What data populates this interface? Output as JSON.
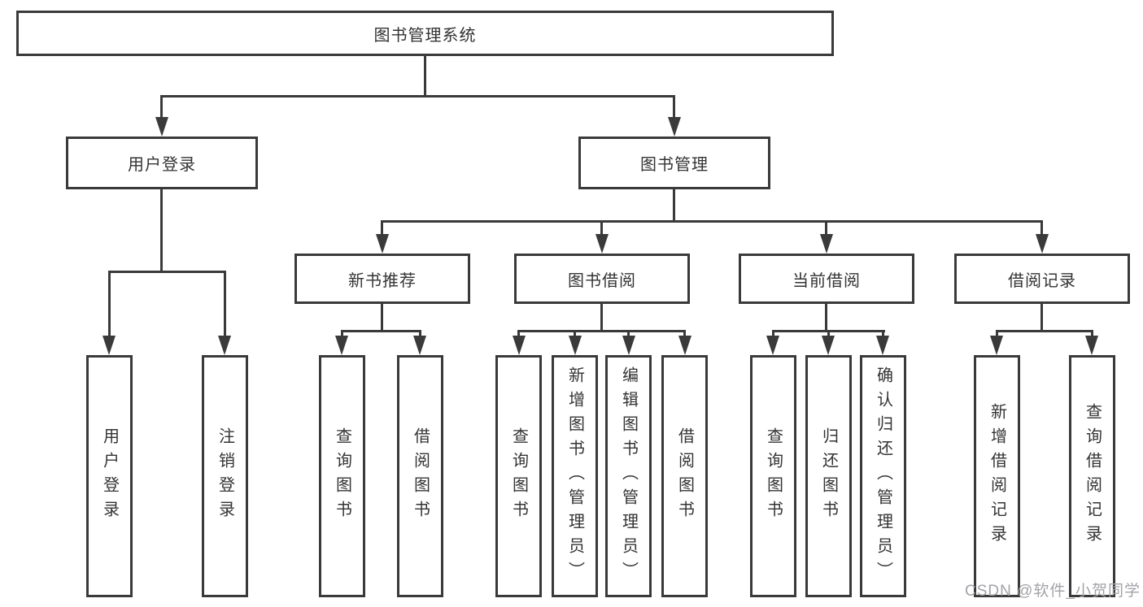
{
  "root": {
    "label": "图书管理系统"
  },
  "level2": [
    {
      "label": "用户登录"
    },
    {
      "label": "图书管理"
    }
  ],
  "level3": [
    {
      "label": "新书推荐"
    },
    {
      "label": "图书借阅"
    },
    {
      "label": "当前借阅"
    },
    {
      "label": "借阅记录"
    }
  ],
  "leaves": {
    "user_login": [
      "用户登录",
      "注销登录"
    ],
    "new_book": [
      "查询图书",
      "借阅图书"
    ],
    "book_borrow": [
      "查询图书",
      "新增图书（管理员）",
      "编辑图书（管理员）",
      "借阅图书"
    ],
    "current_borrow": [
      "查询图书",
      "归还图书",
      "确认归还（管理员）"
    ],
    "borrow_records": [
      "新增借阅记录",
      "查询借阅记录"
    ]
  },
  "watermark": "CSDN @软件_小贺同学",
  "colors": {
    "line": "#3a3a3a",
    "text": "#333333",
    "watermark": "#a3a3a8",
    "background": "#ffffff"
  }
}
